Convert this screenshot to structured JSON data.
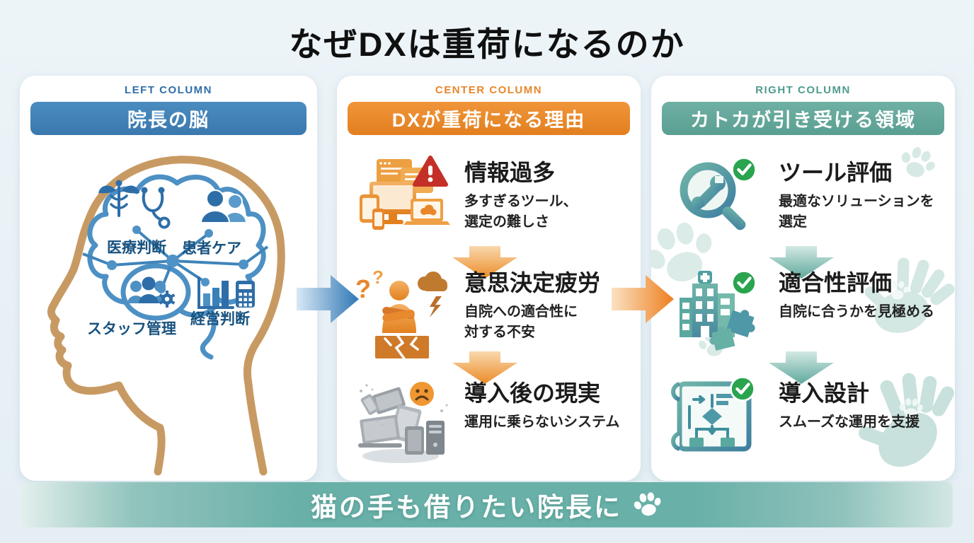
{
  "title": "なぜDXは重荷になるのか",
  "colors": {
    "background": "#e9f1f6",
    "blue_accent": "#3d80b8",
    "orange_accent": "#e8872b",
    "teal_accent": "#62a89b",
    "banner_teal": "#68b0a8",
    "check_green": "#2aa44f",
    "warning_red": "#c43027",
    "head_outline_tan": "#c89a63",
    "brain_outline_blue": "#4d90c4",
    "brain_label_navy": "#17527f"
  },
  "columns": {
    "left": {
      "eyebrow": "LEFT COLUMN",
      "header": "院長の脳",
      "brain": {
        "medical": "医療判断",
        "patient": "患者ケア",
        "staff": "スタッフ管理",
        "management": "経営判断"
      }
    },
    "center": {
      "eyebrow": "CENTER COLUMN",
      "header": "DXが重荷になる理由",
      "items": [
        {
          "title": "情報過多",
          "desc": "多すぎるツール、\n選定の難しさ",
          "icon": "device-overload-icon"
        },
        {
          "title": "意思決定疲労",
          "desc": "自院への適合性に\n対する不安",
          "icon": "stressed-person-icon"
        },
        {
          "title": "導入後の現実",
          "desc": "運用に乗らないシステム",
          "icon": "abandoned-devices-icon"
        }
      ]
    },
    "right": {
      "eyebrow": "RIGHT COLUMN",
      "header": "カトカが引き受ける領域",
      "items": [
        {
          "title": "ツール評価",
          "desc": "最適なソリューションを\n選定",
          "icon": "magnifier-wrench-icon"
        },
        {
          "title": "適合性評価",
          "desc": "自院に合うかを見極める",
          "icon": "hospital-puzzle-icon"
        },
        {
          "title": "導入設計",
          "desc": "スムーズな運用を支援",
          "icon": "blueprint-flowchart-icon"
        }
      ]
    }
  },
  "banner": {
    "text": "猫の手も借りたい院長に",
    "icon": "paw-icon"
  }
}
